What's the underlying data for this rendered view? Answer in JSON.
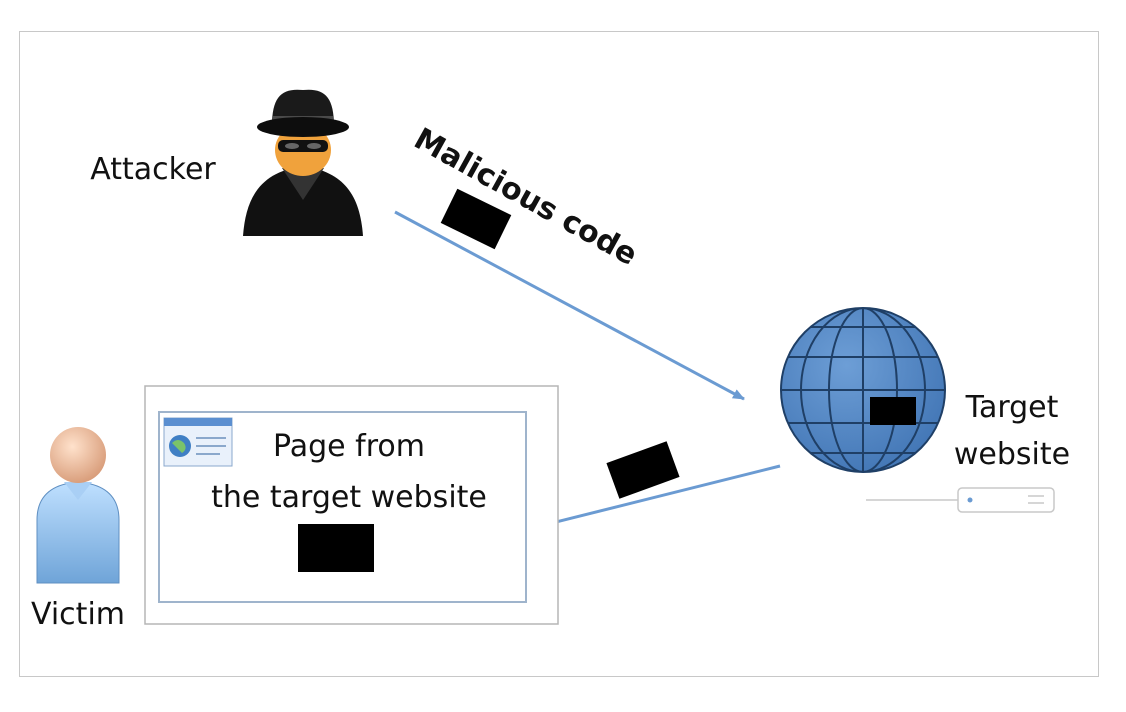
{
  "nodes": {
    "attacker": {
      "label": "Attacker",
      "icon": "spy-icon"
    },
    "victim": {
      "label": "Victim",
      "icon": "user-icon"
    },
    "target": {
      "label_line1": "Target",
      "label_line2": "website",
      "icon": "globe-icon"
    },
    "page": {
      "label_line1": "Page from",
      "label_line2": "the target website",
      "icon": "browser-window-icon"
    }
  },
  "edges": {
    "attack": {
      "label": "Malicious code",
      "from": "attacker",
      "to": "target"
    },
    "delivery": {
      "from": "target",
      "to": "page"
    }
  },
  "colors": {
    "arrow": "#6b9bd2",
    "globe": "#4f86c6",
    "globe_lines": "#1f3f66",
    "payload": "#000000",
    "frame_border": "#c8c8c8"
  }
}
